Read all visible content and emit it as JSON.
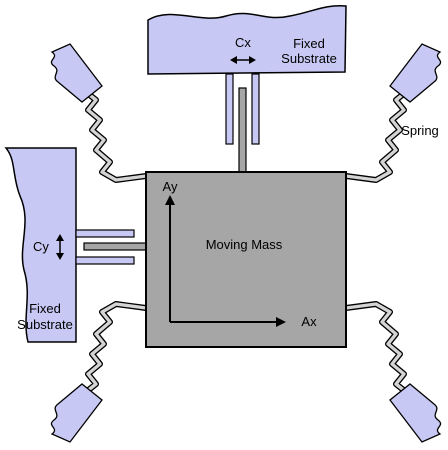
{
  "labels": {
    "cx": "Cx",
    "cy": "Cy",
    "fixed_top_line1": "Fixed",
    "fixed_top_line2": "Substrate",
    "fixed_left_line1": "Fixed",
    "fixed_left_line2": "Substrate",
    "spring": "Spring",
    "moving_mass": "Moving Mass",
    "ax": "Ax",
    "ay": "Ay"
  },
  "colors": {
    "substrate_fill": "#c8c8f4",
    "mass_fill": "#a6a6a6",
    "spring_fill": "#d4d4d4",
    "outline": "#000000"
  }
}
